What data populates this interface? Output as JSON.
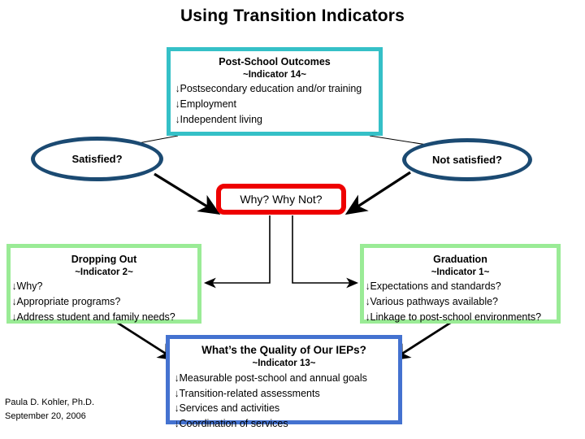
{
  "slide": {
    "title": "Using Transition Indicators",
    "bullet_glyph": "↓"
  },
  "colors": {
    "teal": "#35c0c7",
    "green": "#9aeb96",
    "blue": "#4472d0",
    "red": "#ee0000",
    "navy": "#1b4a72",
    "text": "#000000",
    "background": "#ffffff"
  },
  "outcomes_box": {
    "heading": "Post-School Outcomes",
    "subheading": "~Indicator 14~",
    "bullets": [
      "Postsecondary education and/or training",
      "Employment",
      "Independent living"
    ]
  },
  "satisfied_node": {
    "label": "Satisfied?"
  },
  "not_satisfied_node": {
    "label": "Not satisfied?"
  },
  "why_node": {
    "label": "Why?  Why Not?"
  },
  "dropping_out_box": {
    "heading": "Dropping Out",
    "subheading": "~Indicator 2~",
    "bullets": [
      "Why?",
      "Appropriate programs?",
      "Address student and family needs?"
    ]
  },
  "graduation_box": {
    "heading": "Graduation",
    "subheading": "~Indicator 1~",
    "bullets": [
      "Expectations and standards?",
      "Various pathways available?",
      "Linkage to post-school environments?"
    ]
  },
  "ieps_box": {
    "heading": "What’s the Quality of Our IEPs?",
    "subheading": "~Indicator 13~",
    "bullets": [
      "Measurable post-school and annual goals",
      "Transition-related assessments",
      "Services and activities",
      "Coordination of services"
    ]
  },
  "footer": {
    "author": "Paula D. Kohler, Ph.D.",
    "date": "September 20, 2006"
  }
}
